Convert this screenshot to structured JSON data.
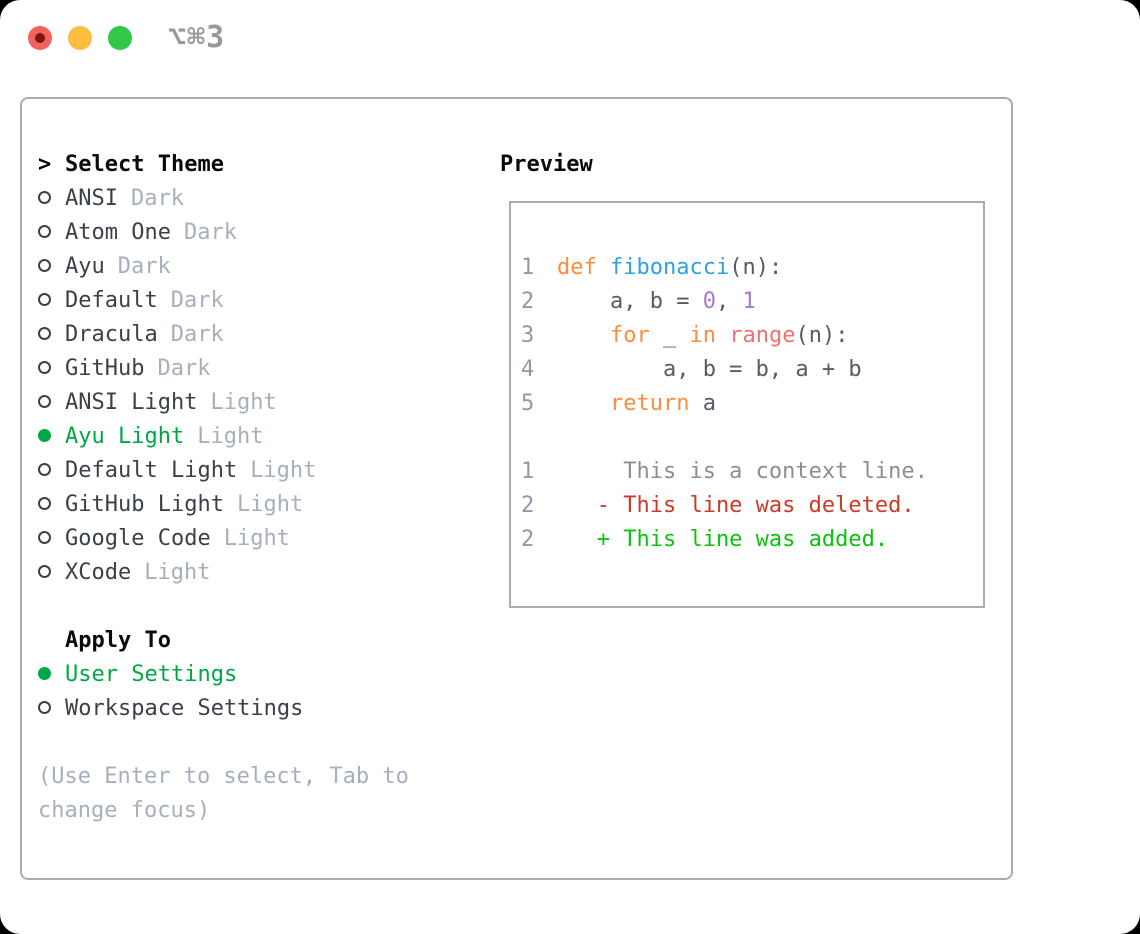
{
  "window": {
    "title": "⌥⌘3"
  },
  "colors": {
    "traffic-red": "#f4625c",
    "traffic-red-dot": "#7d1510",
    "traffic-yellow": "#fcbd41",
    "traffic-green": "#33c74a",
    "title-gray": "#98989d",
    "border-gray": "#a6adb8",
    "heading-black": "#0a0a0a",
    "item-dark": "#3b4148",
    "muted-gray": "#a7afbc",
    "select-green": "#00a845",
    "line-num": "#8f99a6",
    "code-plain": "#545c66",
    "kw-orange": "#fa8d3e",
    "fn-blue": "#2fa0e8",
    "num-purple": "#a37acc",
    "call-coral": "#f07171",
    "ctx-gray": "#8a8f96",
    "del-red": "#cc3a28",
    "add-green": "#0dc20d"
  },
  "picker": {
    "prefix": ">",
    "header": "Select Theme",
    "themes": [
      {
        "name": "ANSI",
        "tag": "Dark",
        "selected": false
      },
      {
        "name": "Atom One",
        "tag": "Dark",
        "selected": false
      },
      {
        "name": "Ayu",
        "tag": "Dark",
        "selected": false
      },
      {
        "name": "Default",
        "tag": "Dark",
        "selected": false
      },
      {
        "name": "Dracula",
        "tag": "Dark",
        "selected": false
      },
      {
        "name": "GitHub",
        "tag": "Dark",
        "selected": false
      },
      {
        "name": "ANSI Light",
        "tag": "Light",
        "selected": false
      },
      {
        "name": "Ayu Light",
        "tag": "Light",
        "selected": true
      },
      {
        "name": "Default Light",
        "tag": "Light",
        "selected": false
      },
      {
        "name": "GitHub Light",
        "tag": "Light",
        "selected": false
      },
      {
        "name": "Google Code",
        "tag": "Light",
        "selected": false
      },
      {
        "name": "XCode",
        "tag": "Light",
        "selected": false
      }
    ],
    "apply_header": "Apply To",
    "apply_options": [
      {
        "label": "User Settings",
        "selected": true
      },
      {
        "label": "Workspace Settings",
        "selected": false
      }
    ],
    "hint_lines": [
      "(Use Enter to select, Tab to",
      "change focus)"
    ]
  },
  "preview": {
    "header": "Preview",
    "lines": [
      {
        "num": "1",
        "tokens": [
          {
            "t": "def ",
            "c": "kw"
          },
          {
            "t": "fibonacci",
            "c": "fn"
          },
          {
            "t": "(n):",
            "c": "plain"
          }
        ]
      },
      {
        "num": "2",
        "tokens": [
          {
            "t": "    a, b = ",
            "c": "plain"
          },
          {
            "t": "0",
            "c": "num"
          },
          {
            "t": ", ",
            "c": "plain"
          },
          {
            "t": "1",
            "c": "num"
          }
        ]
      },
      {
        "num": "3",
        "tokens": [
          {
            "t": "    ",
            "c": "plain"
          },
          {
            "t": "for",
            "c": "kw"
          },
          {
            "t": " _ ",
            "c": "plain"
          },
          {
            "t": "in",
            "c": "kw"
          },
          {
            "t": " ",
            "c": "plain"
          },
          {
            "t": "range",
            "c": "call"
          },
          {
            "t": "(n):",
            "c": "plain"
          }
        ]
      },
      {
        "num": "4",
        "tokens": [
          {
            "t": "        a, b = b, a + b",
            "c": "plain"
          }
        ]
      },
      {
        "num": "5",
        "tokens": [
          {
            "t": "    ",
            "c": "plain"
          },
          {
            "t": "return",
            "c": "kw"
          },
          {
            "t": " a",
            "c": "plain"
          }
        ]
      },
      {
        "num": "",
        "tokens": []
      },
      {
        "num": "1",
        "tokens": [
          {
            "t": "     This is a context line.",
            "c": "ctx"
          }
        ]
      },
      {
        "num": "2",
        "tokens": [
          {
            "t": "   - This line was deleted.",
            "c": "del"
          }
        ]
      },
      {
        "num": "2",
        "tokens": [
          {
            "t": "   + This line was added.",
            "c": "add"
          }
        ]
      }
    ]
  }
}
